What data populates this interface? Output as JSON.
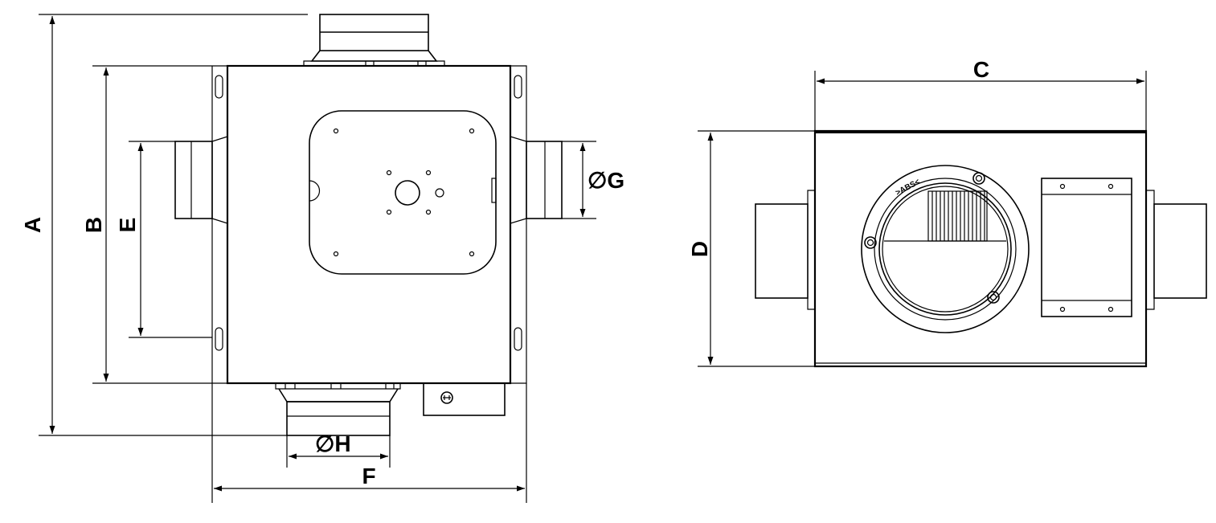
{
  "dimensions": {
    "a": "A",
    "b": "B",
    "c": "C",
    "d": "D",
    "e": "E",
    "f": "F",
    "g": "∅G",
    "h": "∅H"
  },
  "colors": {
    "line": "#000000",
    "background": "#ffffff"
  }
}
